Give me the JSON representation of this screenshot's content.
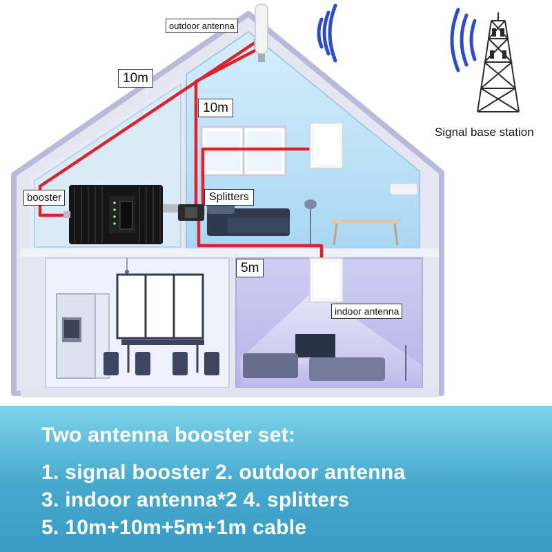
{
  "labels": {
    "outdoor_antenna": "outdoor antenna",
    "cable_top_left": "10m",
    "cable_top_mid": "10m",
    "booster": "booster",
    "splitters": "Splitters",
    "cable_bottom": "5m",
    "indoor_antenna": "indoor antenna",
    "base_station": "Signal base station"
  },
  "panel": {
    "title": "Two antenna booster set:",
    "lines": [
      "1. signal booster  2. outdoor antenna",
      "3. indoor antenna*2  4. splitters",
      "5. 10m+10m+5m+1m cable"
    ]
  },
  "colors": {
    "cable": "#e0202a",
    "house_outline": "#b9b9d9",
    "room_blue": "#bfe3f7",
    "room_violet": "#c9c6ef",
    "signal_waves": "#2c4cc8",
    "banner": "#4aaed2"
  }
}
